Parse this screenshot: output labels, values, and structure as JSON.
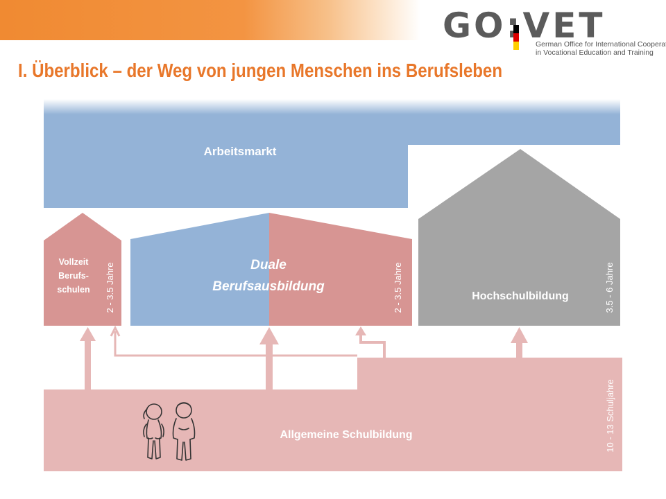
{
  "header": {
    "logo_text": "GO:VET",
    "logo_subtitle_line1": "German Office for International Cooperation",
    "logo_subtitle_line2": "in Vocational Education and Training",
    "flag_colors": [
      "#000000",
      "#dd0000",
      "#ffce00"
    ],
    "title": "I. Überblick – der Weg von jungen Menschen ins Berufsleben"
  },
  "colors": {
    "accent_orange": "#f08a32",
    "title_orange": "#e8772a",
    "blue": "#94b3d7",
    "rose": "#d79593",
    "light_rose": "#e6b7b6",
    "gray": "#a5a5a5",
    "arrow": "#e6b7b6"
  },
  "diagram": {
    "arbeitsmarkt": "Arbeitsmarkt",
    "vollzeit_line1": "Vollzeit",
    "vollzeit_line2": "Berufs-",
    "vollzeit_line3": "schulen",
    "vollzeit_duration": "2 - 3.5 Jahre",
    "duale_line1": "Duale",
    "duale_line2": "Berufsausbildung",
    "duale_duration": "2 - 3.5 Jahre",
    "hochschul": "Hochschulbildung",
    "hochschul_duration": "3.5 - 6 Jahre",
    "allgemeine": "Allgemeine Schulbildung",
    "allgemeine_duration": "10 - 13 Schuljahre",
    "people_icon": "two-students-icon"
  }
}
